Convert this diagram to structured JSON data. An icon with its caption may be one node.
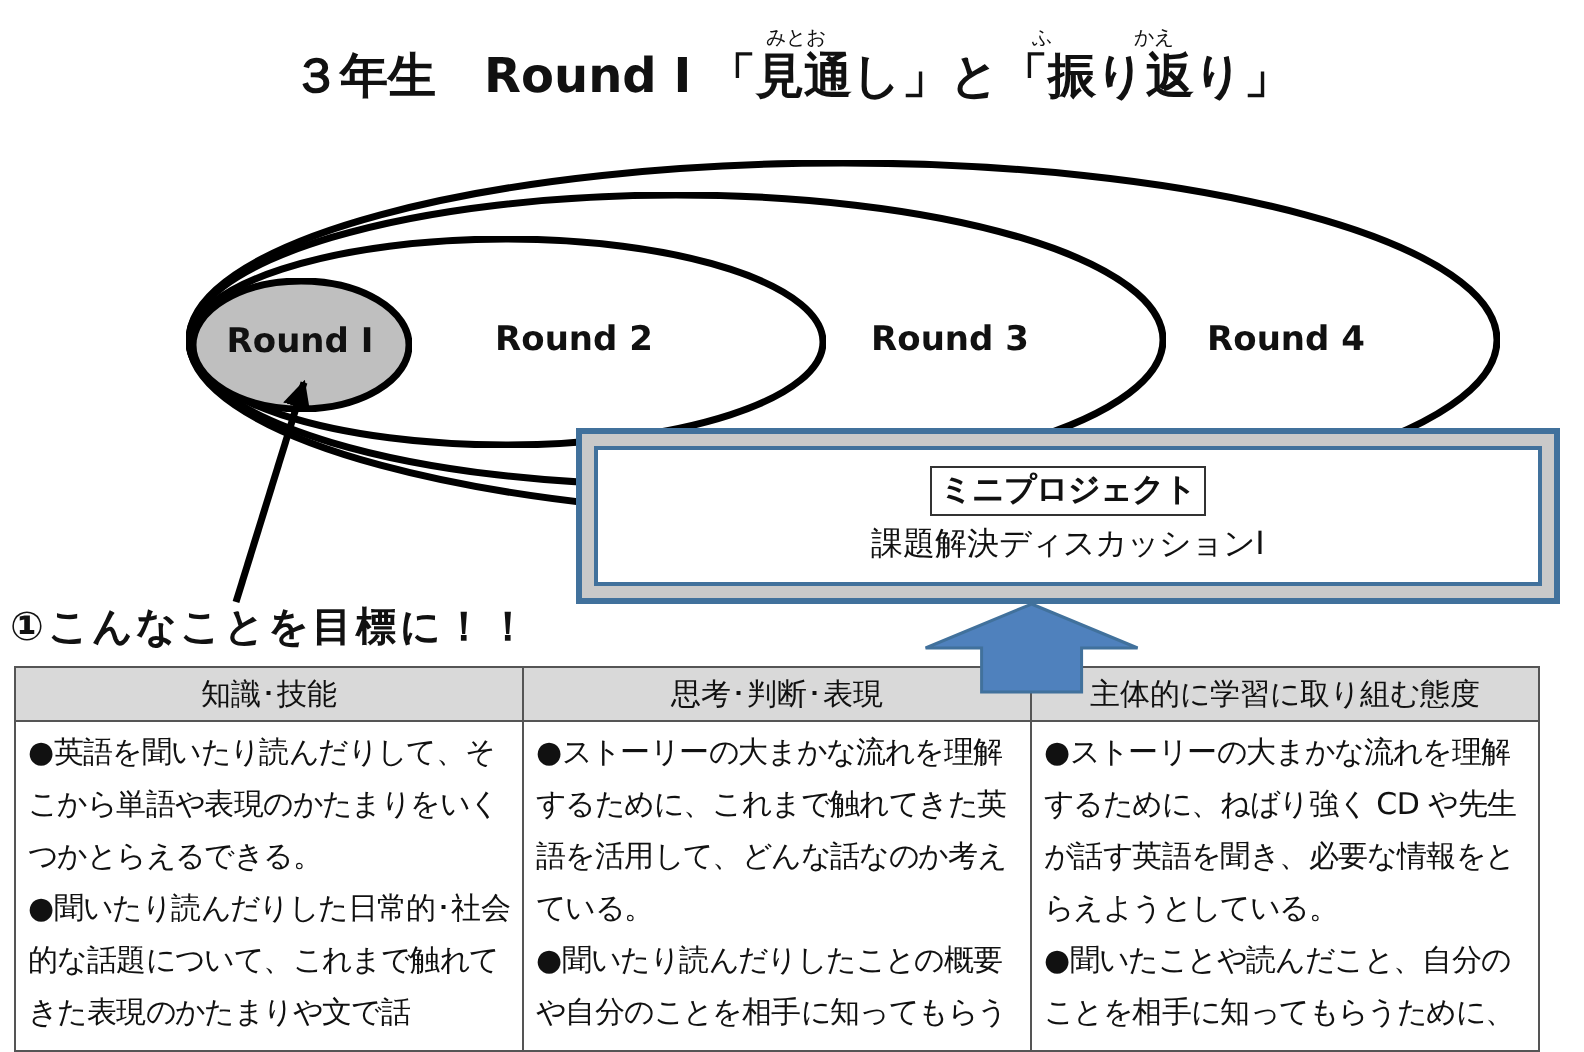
{
  "diagram": {
    "title": "３年生　Round Ⅰ 「見通し」と「振り返り」",
    "nodes": [
      {
        "text": [
          "Round 4"
        ]
      },
      {
        "text": [
          "Round 3"
        ],
        "in": 0
      },
      {
        "text": [
          "Round 2"
        ],
        "in": 1
      },
      {
        "text": [
          "Round Ⅰ"
        ],
        "in": 2
      },
      {
        "text": [
          "ミニプロジェクト",
          "課題解決ディスカッションⅠ"
        ]
      },
      {
        "text": [
          "①こんなことを目標に！！"
        ]
      }
    ],
    "edges": [
      {
        "from": 5,
        "to": 3,
        "arrow": "to"
      },
      {
        "from": null,
        "to": 4,
        "arrow": "to",
        "style": "thick",
        "color": "#4f81bd"
      }
    ],
    "labels": [
      "みとお",
      "ふ",
      "かえ",
      "知識･技能",
      "思考･判断･表現",
      "主体的に学習に取り組む態度",
      "●英語を聞いたり読んだりして、そこから単語や表現のかたまりをいくつかとらえるできる。",
      "●聞いたり読んだりした日常的･社会的な話題について、これまで触れてきた表現のかたまりや文で話",
      "●ストーリーの大まかな流れを理解するために、これまで触れてきた英語を活用して、どんな話なのか考えている。",
      "●聞いたり読んだりしたことの概要や自分のことを相手に知ってもらう",
      "●ストーリーの大まかな流れを理解するために、ねばり強く CD や先生が話す英語を聞き、必要な情報をとらえようとしている。",
      "●聞いたことや読んだこと、自分のことを相手に知ってもらうために、"
    ]
  }
}
